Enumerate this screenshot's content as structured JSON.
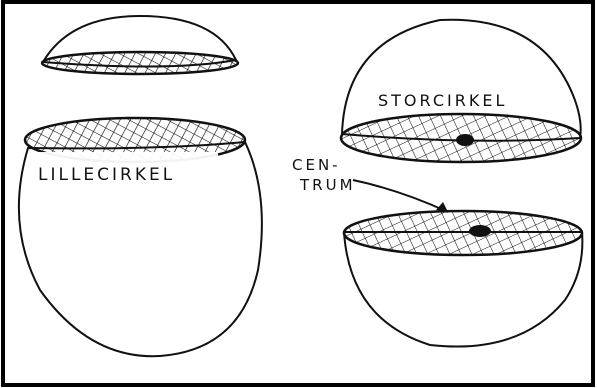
{
  "labels": {
    "small_circle": "LILLECIRKEL",
    "great_circle": "STORCIRKEL",
    "center_line1": "CEN-",
    "center_line2": "TRUM"
  },
  "colors": {
    "ink": "#111111",
    "background": "#ffffff",
    "frame": "#000000"
  }
}
